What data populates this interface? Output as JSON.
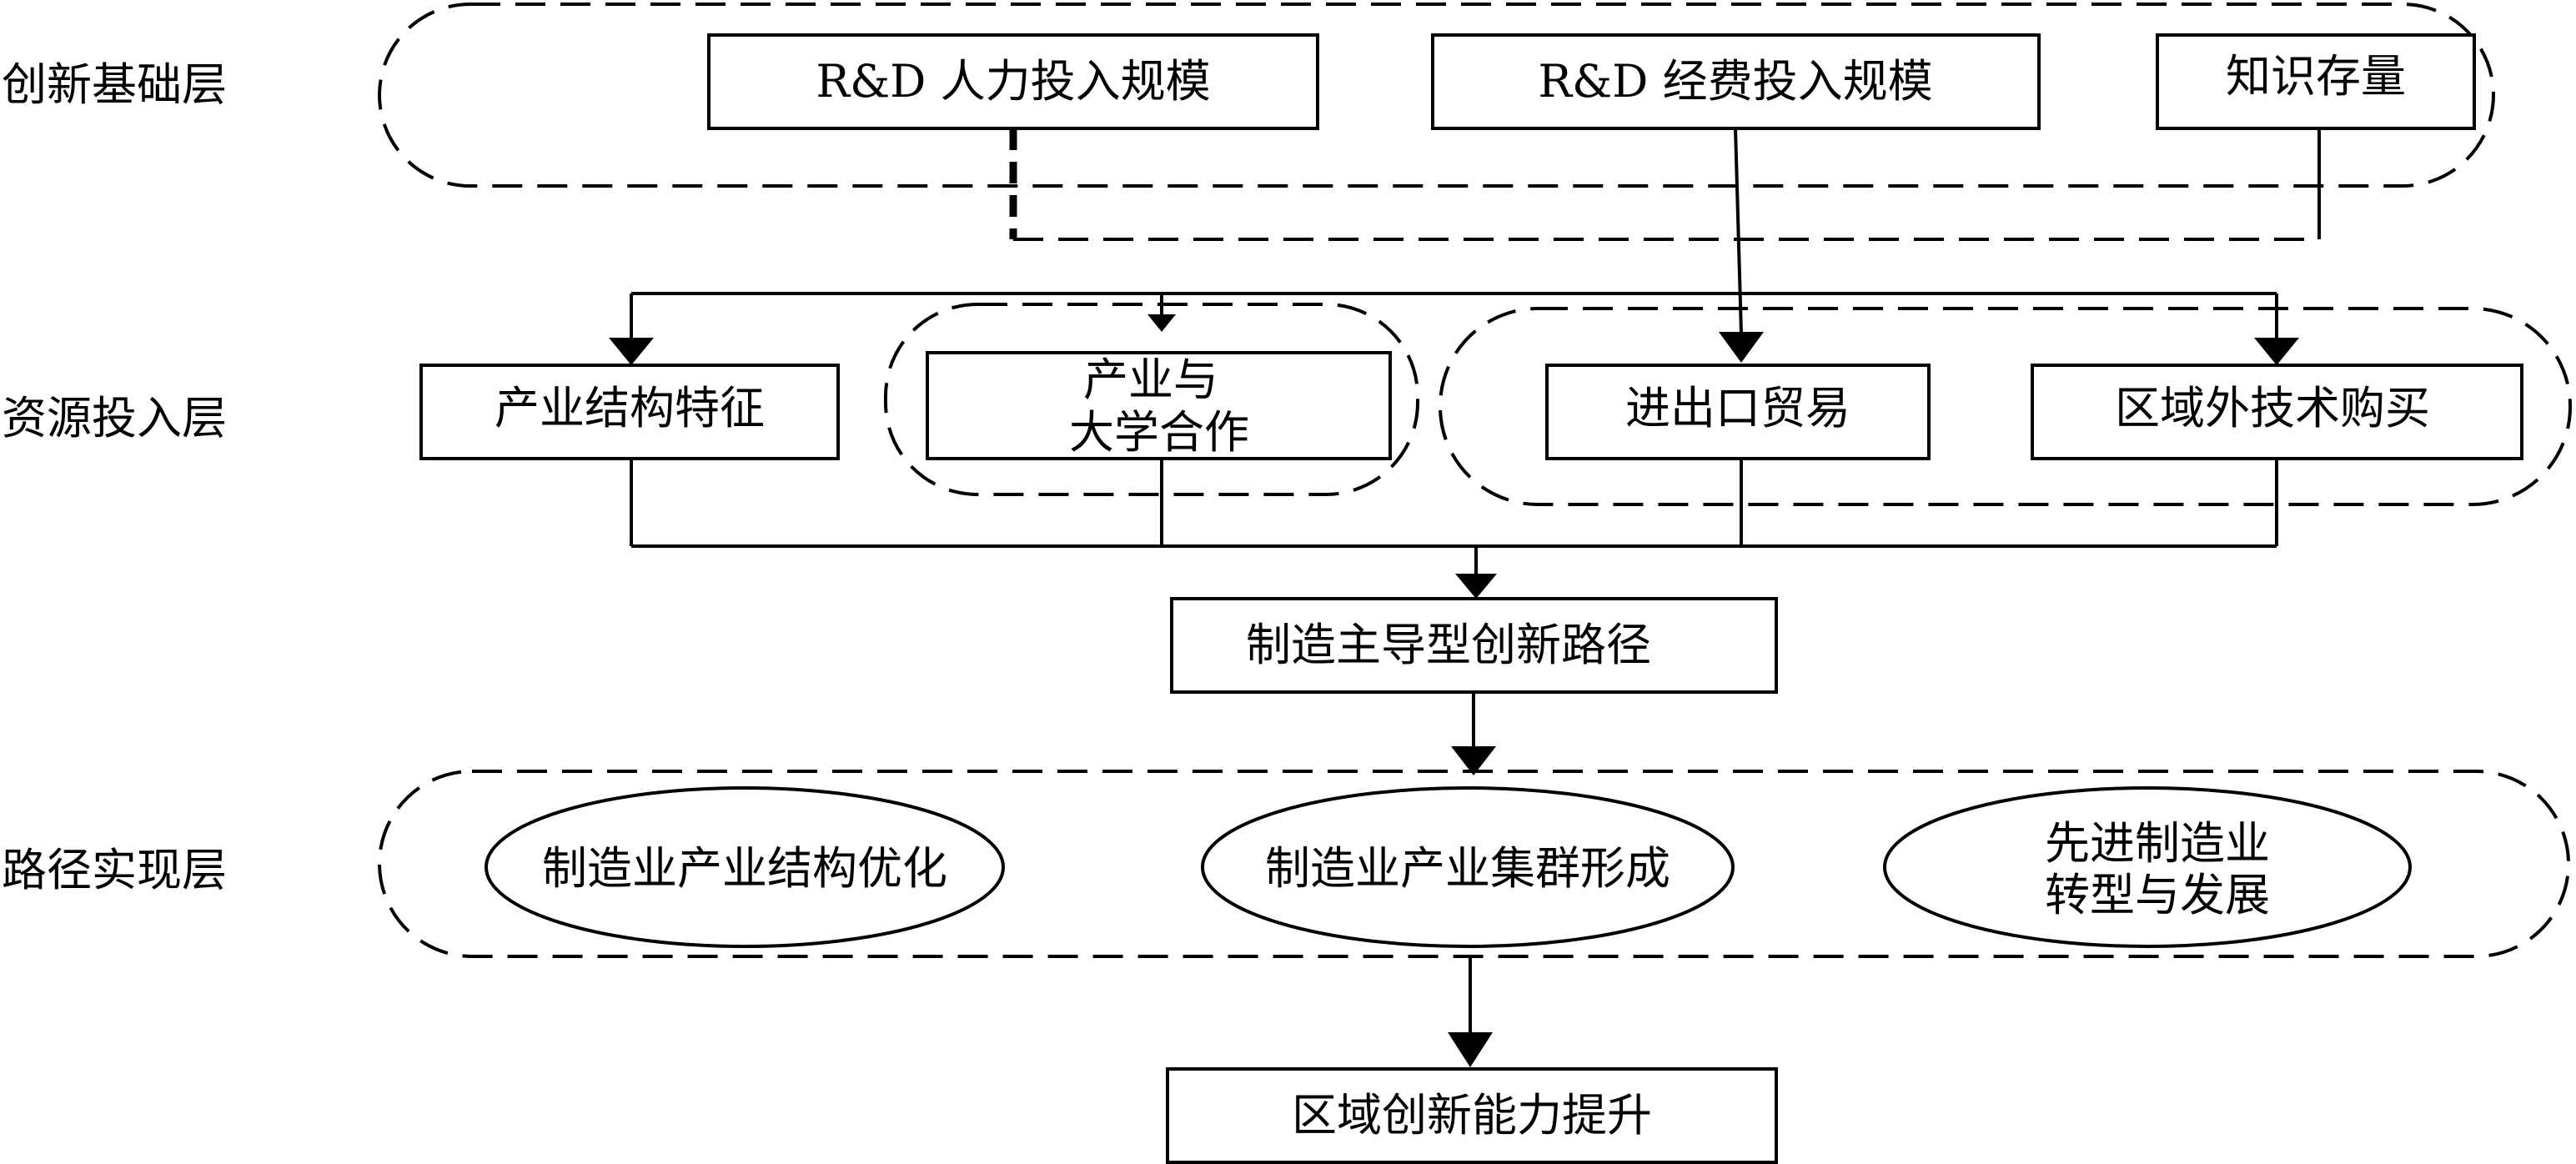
{
  "layers": {
    "foundation": "创新基础层",
    "resource": "资源投入层",
    "realization": "路径实现层"
  },
  "foundation_boxes": {
    "rd_personnel": "R&D 人力投入规模",
    "rd_funding": "R&D 经费投入规模",
    "knowledge_stock": "知识存量"
  },
  "resource_boxes": {
    "industrial_structure": "产业结构特征",
    "industry_university_line1": "产业与",
    "industry_university_line2": "大学合作",
    "import_export": "进出口贸易",
    "external_tech_purchase": "区域外技术购买"
  },
  "path_box": "制造主导型创新路径",
  "realization_ellipses": {
    "structure_optimization": "制造业产业结构优化",
    "cluster_formation": "制造业产业集群形成",
    "advanced_line1": "先进制造业",
    "advanced_line2": "转型与发展"
  },
  "result_box": "区域创新能力提升"
}
